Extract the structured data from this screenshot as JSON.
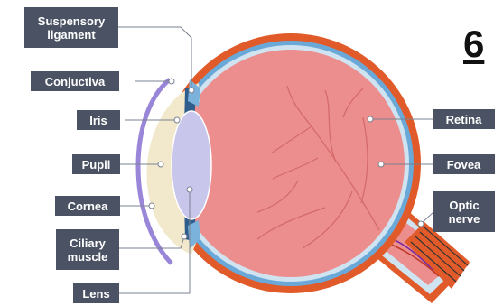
{
  "page_number": "6",
  "labels": {
    "suspensory_ligament": "Suspensory\nligament",
    "conjunctiva": "Conjuctiva",
    "iris": "Iris",
    "pupil": "Pupil",
    "cornea": "Cornea",
    "ciliary_muscle": "Ciliary\nmuscle",
    "lens": "Lens",
    "retina": "Retina",
    "fovea": "Fovea",
    "optic_nerve": "Optic\nnerve"
  },
  "colors": {
    "label_bg": "#4b5263",
    "sclera": "#e15b2a",
    "choroid": "#6aa8d8",
    "retina_fill": "#ec8e8e",
    "vessels": "#d46a6a",
    "lens_fill": "#c9c6ec",
    "cornea_fill": "#f2e9cc",
    "conjunctiva": "#9a86d8",
    "leader_line": "#7a8190"
  }
}
